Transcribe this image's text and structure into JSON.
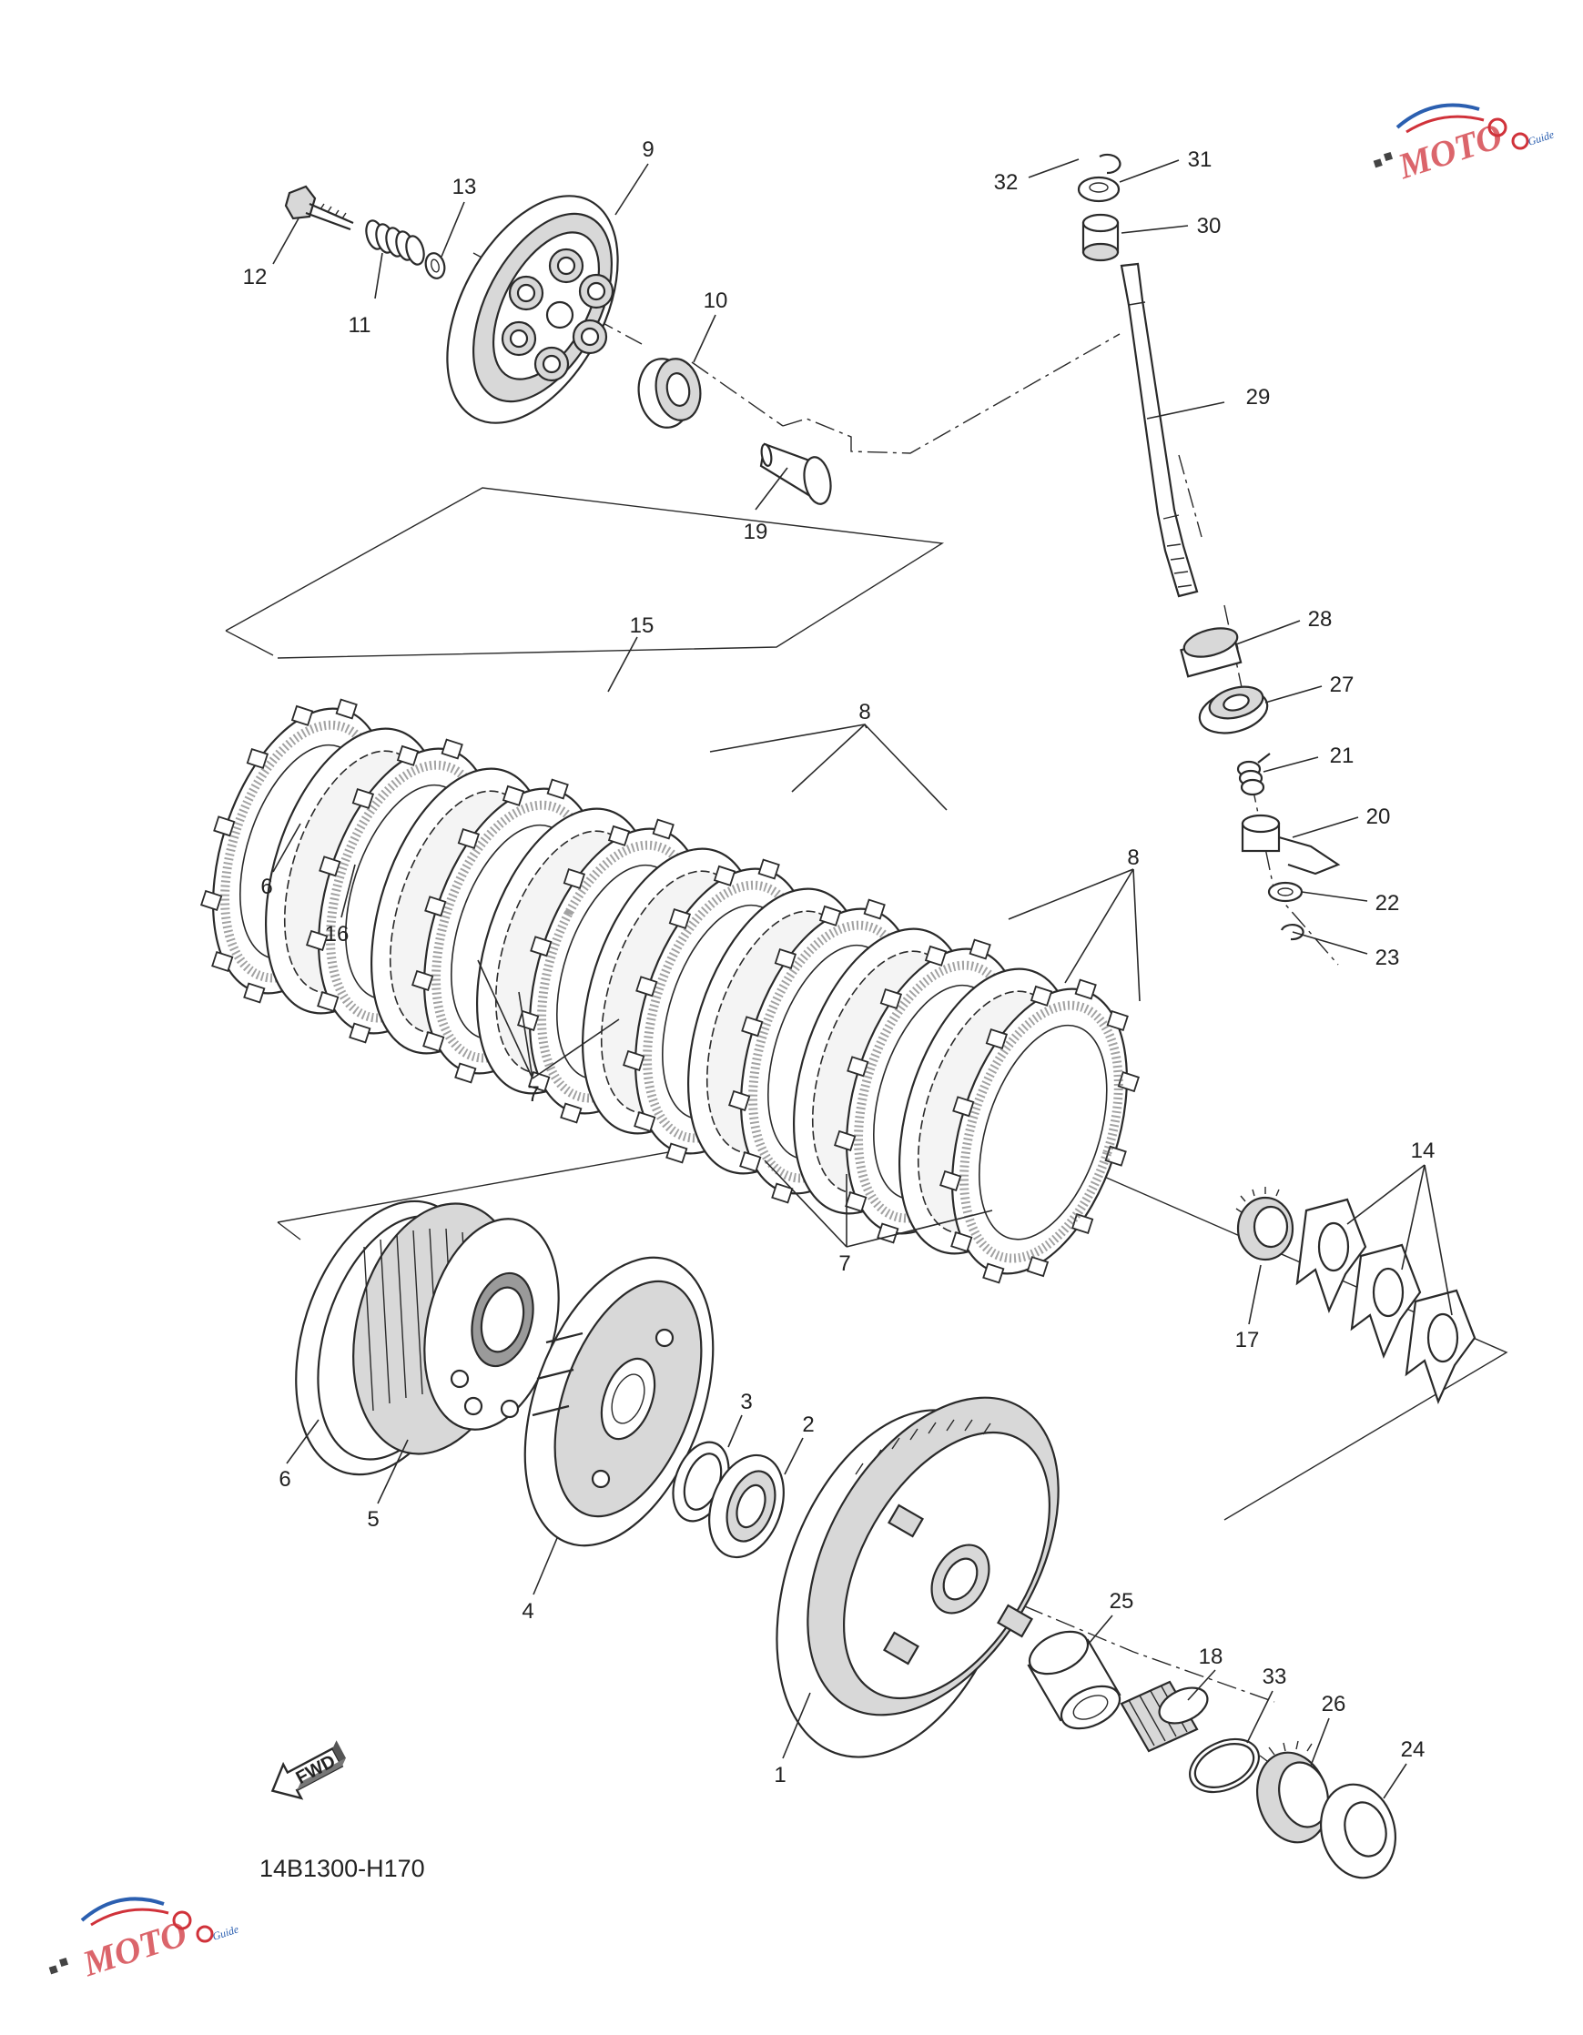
{
  "diagram": {
    "code": "14B1300-H170",
    "fwd_label": "FWD",
    "callouts": [
      {
        "id": "c9",
        "text": "9"
      },
      {
        "id": "c13",
        "text": "13"
      },
      {
        "id": "c12",
        "text": "12"
      },
      {
        "id": "c11",
        "text": "11"
      },
      {
        "id": "c10",
        "text": "10"
      },
      {
        "id": "c19",
        "text": "19"
      },
      {
        "id": "c32",
        "text": "32"
      },
      {
        "id": "c31",
        "text": "31"
      },
      {
        "id": "c30",
        "text": "30"
      },
      {
        "id": "c29",
        "text": "29"
      },
      {
        "id": "c28",
        "text": "28"
      },
      {
        "id": "c27",
        "text": "27"
      },
      {
        "id": "c21",
        "text": "21"
      },
      {
        "id": "c20",
        "text": "20"
      },
      {
        "id": "c22",
        "text": "22"
      },
      {
        "id": "c23",
        "text": "23"
      },
      {
        "id": "c15",
        "text": "15"
      },
      {
        "id": "c8a",
        "text": "8"
      },
      {
        "id": "c8b",
        "text": "8"
      },
      {
        "id": "c6a",
        "text": "6"
      },
      {
        "id": "c16",
        "text": "16"
      },
      {
        "id": "c7a",
        "text": "7"
      },
      {
        "id": "c7b",
        "text": "7"
      },
      {
        "id": "c14",
        "text": "14"
      },
      {
        "id": "c17",
        "text": "17"
      },
      {
        "id": "c6b",
        "text": "6"
      },
      {
        "id": "c5",
        "text": "5"
      },
      {
        "id": "c4",
        "text": "4"
      },
      {
        "id": "c3",
        "text": "3"
      },
      {
        "id": "c2",
        "text": "2"
      },
      {
        "id": "c1",
        "text": "1"
      },
      {
        "id": "c25",
        "text": "25"
      },
      {
        "id": "c18",
        "text": "18"
      },
      {
        "id": "c33",
        "text": "33"
      },
      {
        "id": "c26",
        "text": "26"
      },
      {
        "id": "c24",
        "text": "24"
      }
    ]
  },
  "watermark": {
    "logo_text": "MOTO",
    "tag": "Guide",
    "colors": {
      "blue": "#2b5fb0",
      "red": "#d0323a"
    }
  }
}
